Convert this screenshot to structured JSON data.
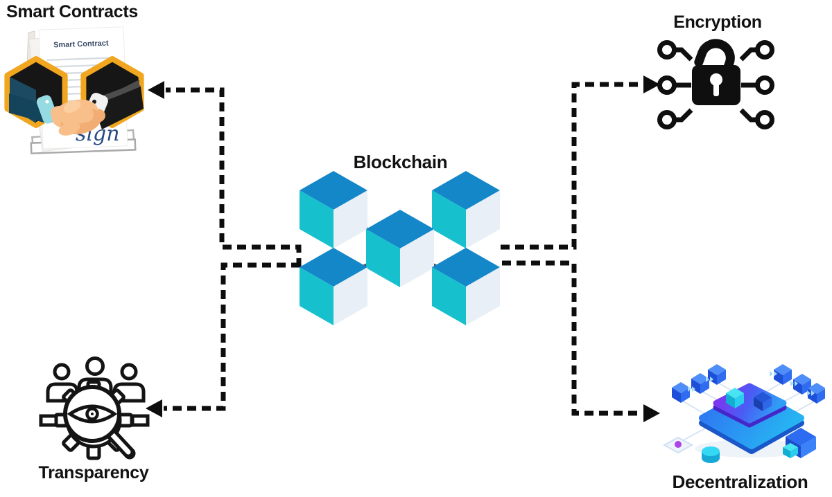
{
  "center": {
    "label": "Blockchain"
  },
  "nodes": {
    "smart_contracts": {
      "label": "Smart Contracts",
      "position": "top-left",
      "icon": "handshake-contract-icon"
    },
    "encryption": {
      "label": "Encryption",
      "position": "top-right",
      "icon": "padlock-circuit-icon"
    },
    "transparency": {
      "label": "Transparency",
      "position": "bottom-left",
      "icon": "eye-magnifier-gear-icon"
    },
    "decentralization": {
      "label": "Decentralization",
      "position": "bottom-right",
      "icon": "isometric-network-icon"
    }
  },
  "smart_contract_doc": {
    "title": "Smart Contract",
    "signature": "sign"
  },
  "connectors": [
    {
      "from": "blockchain",
      "to": "smart_contracts",
      "style": "dashed-arrow"
    },
    {
      "from": "blockchain",
      "to": "encryption",
      "style": "dashed-arrow"
    },
    {
      "from": "blockchain",
      "to": "transparency",
      "style": "dashed-arrow"
    },
    {
      "from": "blockchain",
      "to": "decentralization",
      "style": "dashed-arrow"
    }
  ],
  "colors": {
    "background": "#ffffff",
    "connector": "#0d0d0d",
    "cube_top": "#1487c9",
    "cube_left": "#17c0cd",
    "cube_right": "#e9eff6",
    "cube_link_line": "#4d4d4d",
    "hexagon_border": "#f1a61f",
    "icon_ink": "#141414",
    "platform_purple": "#8a2bf0",
    "platform_blue": "#22a6f5",
    "mini_cube_blue": "#2d6cf0",
    "teal_accent": "#35d8f2",
    "skin": "#f8bf8a",
    "signature_blue": "#274a84"
  }
}
